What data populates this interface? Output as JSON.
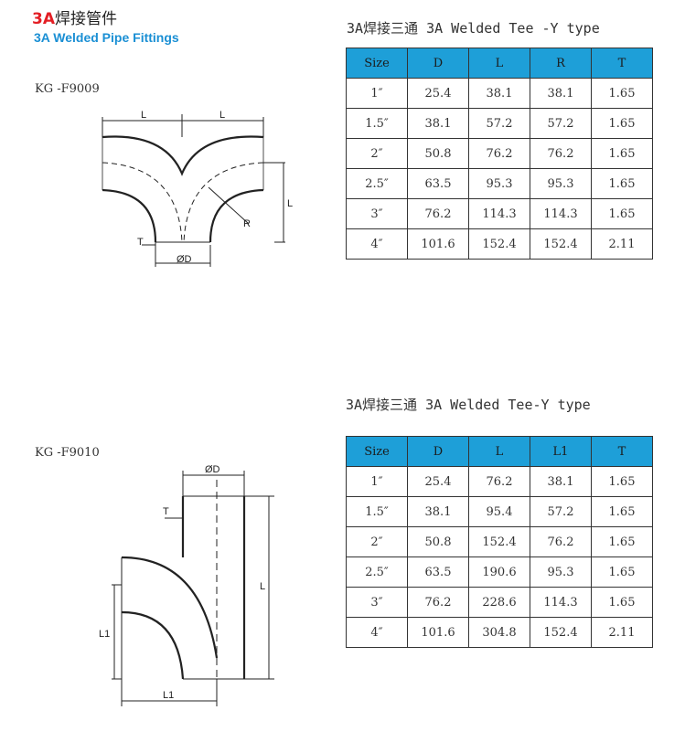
{
  "header": {
    "brand_accent": "3A",
    "brand_rest": "焊接管件",
    "subtitle": "3A Welded Pipe Fittings"
  },
  "fitting1": {
    "code": "KG -F9009",
    "title": "3A焊接三通 3A Welded Tee -Y type",
    "drawing_labels": {
      "l_left": "L",
      "l_right": "L",
      "l_side": "L",
      "r": "R",
      "t": "T",
      "od": "ØD"
    },
    "table": {
      "headers": [
        "Size",
        "D",
        "L",
        "R",
        "T"
      ],
      "rows": [
        [
          "1″",
          "25.4",
          "38.1",
          "38.1",
          "1.65"
        ],
        [
          "1.5″",
          "38.1",
          "57.2",
          "57.2",
          "1.65"
        ],
        [
          "2″",
          "50.8",
          "76.2",
          "76.2",
          "1.65"
        ],
        [
          "2.5″",
          "63.5",
          "95.3",
          "95.3",
          "1.65"
        ],
        [
          "3″",
          "76.2",
          "114.3",
          "114.3",
          "1.65"
        ],
        [
          "4″",
          "101.6",
          "152.4",
          "152.4",
          "2.11"
        ]
      ]
    }
  },
  "fitting2": {
    "code": "KG -F9010",
    "title": "3A焊接三通 3A Welded Tee-Y type",
    "drawing_labels": {
      "od": "ØD",
      "t": "T",
      "l": "L",
      "l1_side": "L1",
      "l1_bottom": "L1"
    },
    "table": {
      "headers": [
        "Size",
        "D",
        "L",
        "L1",
        "T"
      ],
      "rows": [
        [
          "1″",
          "25.4",
          "76.2",
          "38.1",
          "1.65"
        ],
        [
          "1.5″",
          "38.1",
          "95.4",
          "57.2",
          "1.65"
        ],
        [
          "2″",
          "50.8",
          "152.4",
          "76.2",
          "1.65"
        ],
        [
          "2.5″",
          "63.5",
          "190.6",
          "95.3",
          "1.65"
        ],
        [
          "3″",
          "76.2",
          "228.6",
          "114.3",
          "1.65"
        ],
        [
          "4″",
          "101.6",
          "304.8",
          "152.4",
          "2.11"
        ]
      ]
    }
  }
}
